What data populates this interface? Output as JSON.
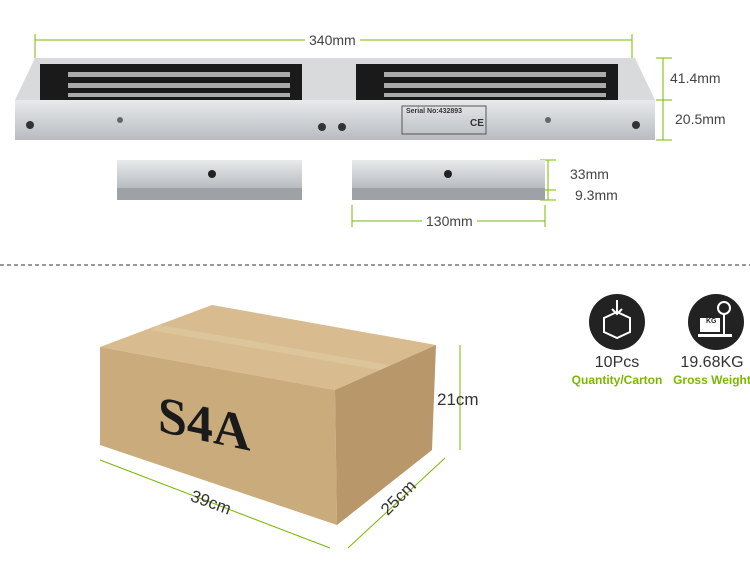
{
  "lock": {
    "length": "340mm",
    "height": "41.4mm",
    "depth": "20.5mm",
    "serial": "Serial No:432893",
    "mark": "CE"
  },
  "armature": {
    "height": "33mm",
    "thickness": "9.3mm",
    "length": "130mm"
  },
  "carton": {
    "label": "S4A",
    "height": "21cm",
    "length": "39cm",
    "width": "25cm"
  },
  "specs": [
    {
      "icon": "box-icon",
      "value": "10Pcs",
      "label": "Quantity/Carton"
    },
    {
      "icon": "scale-icon",
      "value": "19.68KG",
      "label": "Gross Weight",
      "badge": "KG"
    }
  ],
  "colors": {
    "accent": "#7ab800",
    "dimension_line": "#7ab800",
    "carton": "#c8a878"
  }
}
